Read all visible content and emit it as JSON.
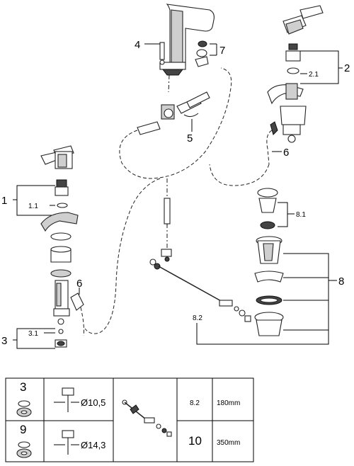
{
  "callouts": {
    "c4": "4",
    "c7": "7",
    "c2": "2",
    "c2_1": "2.1",
    "c5": "5",
    "c6_right": "6",
    "c1": "1",
    "c1_1": "1.1",
    "c6_left": "6",
    "c3": "3",
    "c3_1": "3.1",
    "c8_1": "8.1",
    "c8": "8",
    "c8_2": "8.2"
  },
  "table": {
    "row1": {
      "item": "3",
      "size": "Ø10,5"
    },
    "row2": {
      "item": "9",
      "size": "Ø14,3"
    },
    "right": [
      {
        "part": "8.2",
        "length": "180mm"
      },
      {
        "part": "10",
        "length": "350mm"
      }
    ]
  },
  "icons": [
    "spout-icon",
    "handle-icon",
    "valve-cartridge-icon",
    "hose-icon",
    "drain-icon",
    "nut-icon",
    "pop-up-rod-icon"
  ]
}
